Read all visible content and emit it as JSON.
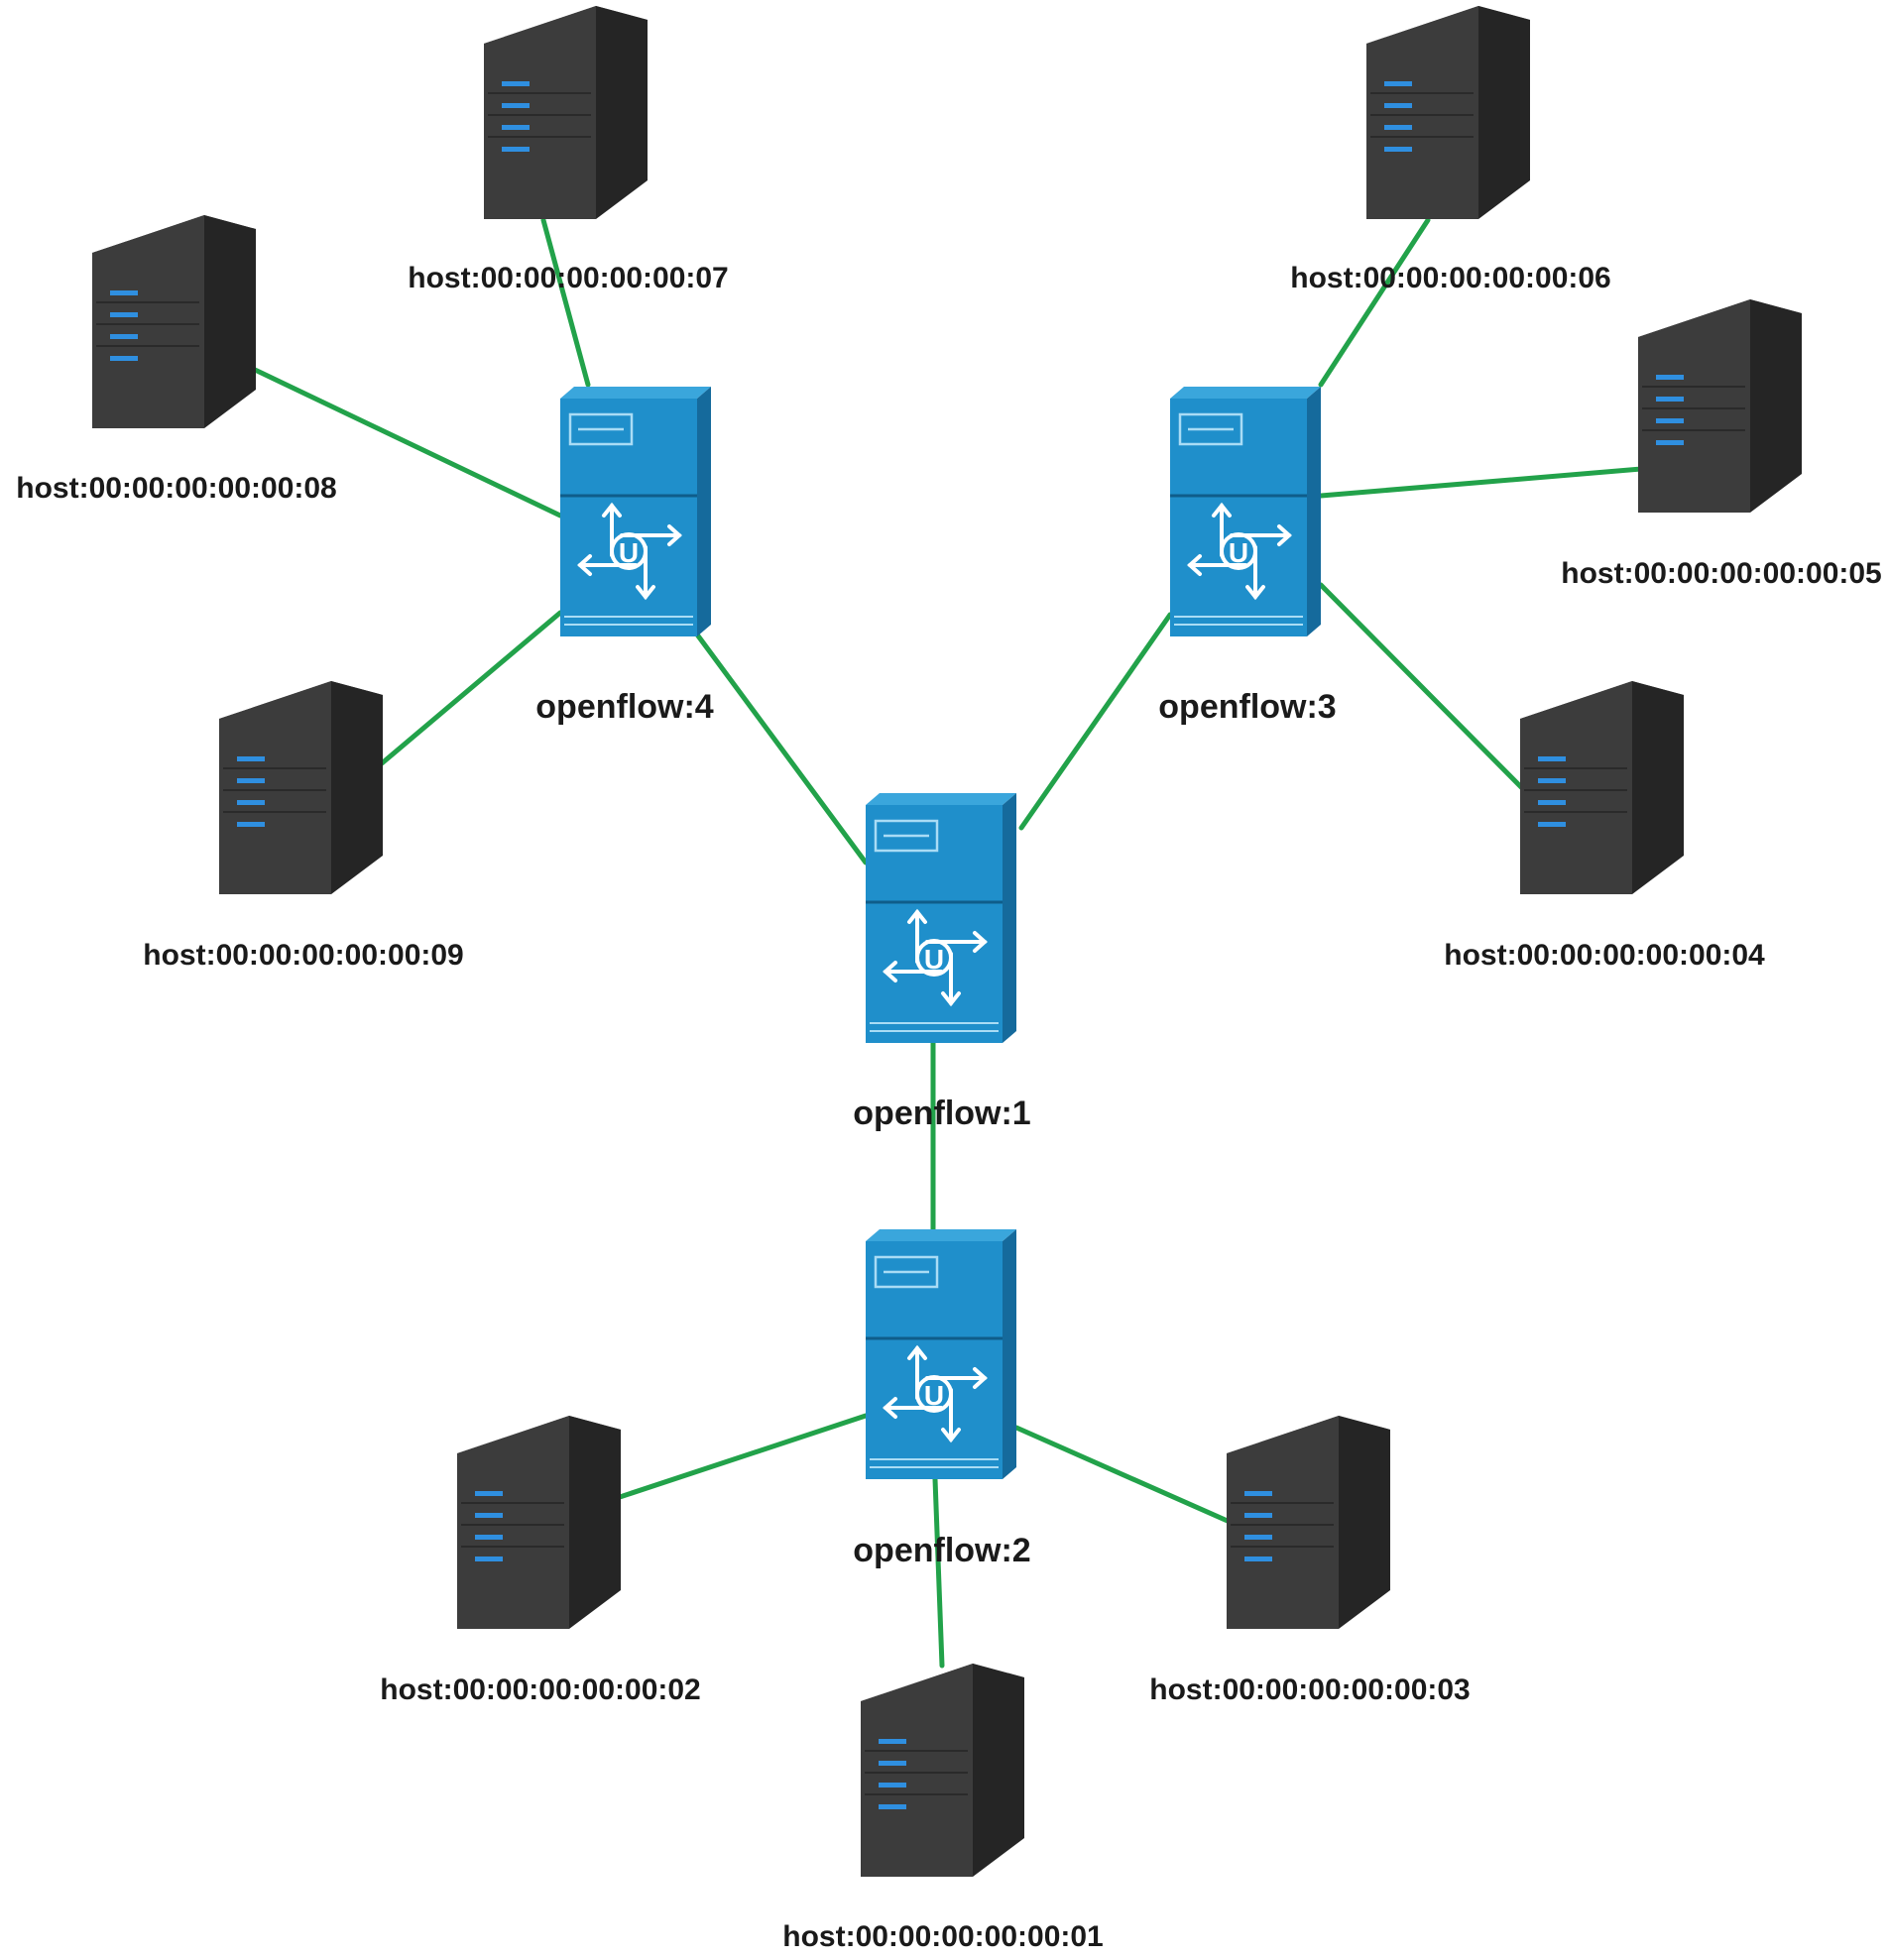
{
  "colors": {
    "link": "#22a24a",
    "switch_front": "#1f8fcb",
    "switch_side": "#156a9c",
    "switch_top": "#3aa6dc",
    "server_front": "#3c3c3c",
    "server_side": "#252525",
    "server_top": "#4d4d4d",
    "server_led": "#2f8fe0",
    "label": "#1a1a1a"
  },
  "icons": {
    "switch": "openflow-switch-icon",
    "host": "server-tower-icon"
  },
  "switches": [
    {
      "id": "s4",
      "label": "openflow:4"
    },
    {
      "id": "s3",
      "label": "openflow:3"
    },
    {
      "id": "s1",
      "label": "openflow:1"
    },
    {
      "id": "s2",
      "label": "openflow:2"
    }
  ],
  "hosts": [
    {
      "id": "h7",
      "label": "host:00:00:00:00:00:07"
    },
    {
      "id": "h6",
      "label": "host:00:00:00:00:00:06"
    },
    {
      "id": "h8",
      "label": "host:00:00:00:00:00:08"
    },
    {
      "id": "h5",
      "label": "host:00:00:00:00:00:05"
    },
    {
      "id": "h9",
      "label": "host:00:00:00:00:00:09"
    },
    {
      "id": "h4",
      "label": "host:00:00:00:00:00:04"
    },
    {
      "id": "h2",
      "label": "host:00:00:00:00:00:02"
    },
    {
      "id": "h3",
      "label": "host:00:00:00:00:00:03"
    },
    {
      "id": "h1",
      "label": "host:00:00:00:00:00:01"
    }
  ],
  "links": [
    {
      "from": "s4",
      "to": "h7"
    },
    {
      "from": "s4",
      "to": "h8"
    },
    {
      "from": "s4",
      "to": "h9"
    },
    {
      "from": "s3",
      "to": "h6"
    },
    {
      "from": "s3",
      "to": "h5"
    },
    {
      "from": "s3",
      "to": "h4"
    },
    {
      "from": "s1",
      "to": "s4"
    },
    {
      "from": "s1",
      "to": "s3"
    },
    {
      "from": "s1",
      "to": "s2"
    },
    {
      "from": "s2",
      "to": "h2"
    },
    {
      "from": "s2",
      "to": "h3"
    },
    {
      "from": "s2",
      "to": "h1"
    }
  ]
}
